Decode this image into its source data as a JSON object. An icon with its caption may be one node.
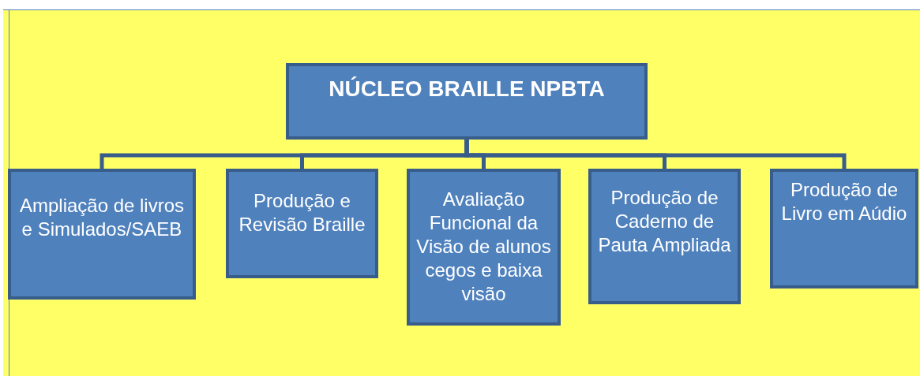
{
  "diagram": {
    "nodes": [
      {
        "text": [
          "NÚCLEO BRAILLE NPBTA"
        ]
      },
      {
        "text": [
          "Ampliação de livros e Simulados/SAEB"
        ]
      },
      {
        "text": [
          "Produção e Revisão Braille"
        ]
      },
      {
        "text": [
          "Avaliação Funcional da Visão de alunos cegos e baixa visão"
        ]
      },
      {
        "text": [
          "Produção de Caderno de Pauta Ampliada"
        ]
      },
      {
        "text": [
          "Produção de Livro em Aúdio"
        ]
      }
    ],
    "edges": [
      {
        "from": 0,
        "to": 1,
        "arrow": "none"
      },
      {
        "from": 0,
        "to": 2,
        "arrow": "none"
      },
      {
        "from": 0,
        "to": 3,
        "arrow": "none"
      },
      {
        "from": 0,
        "to": 4,
        "arrow": "none"
      },
      {
        "from": 0,
        "to": 5,
        "arrow": "none"
      }
    ]
  }
}
